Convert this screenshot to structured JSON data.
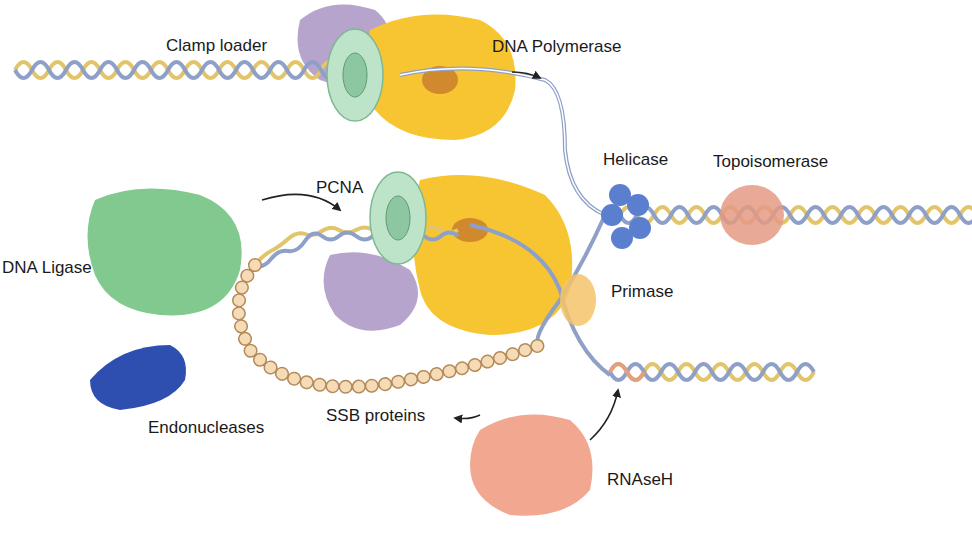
{
  "diagram": {
    "labels": [
      "Clamp loader",
      "DNA Polymerase",
      "Helicase",
      "Topoisomerase",
      "PCNA",
      "DNA Ligase",
      "Primase",
      "Endonucleases",
      "SSB proteins",
      "RNAseH"
    ]
  }
}
